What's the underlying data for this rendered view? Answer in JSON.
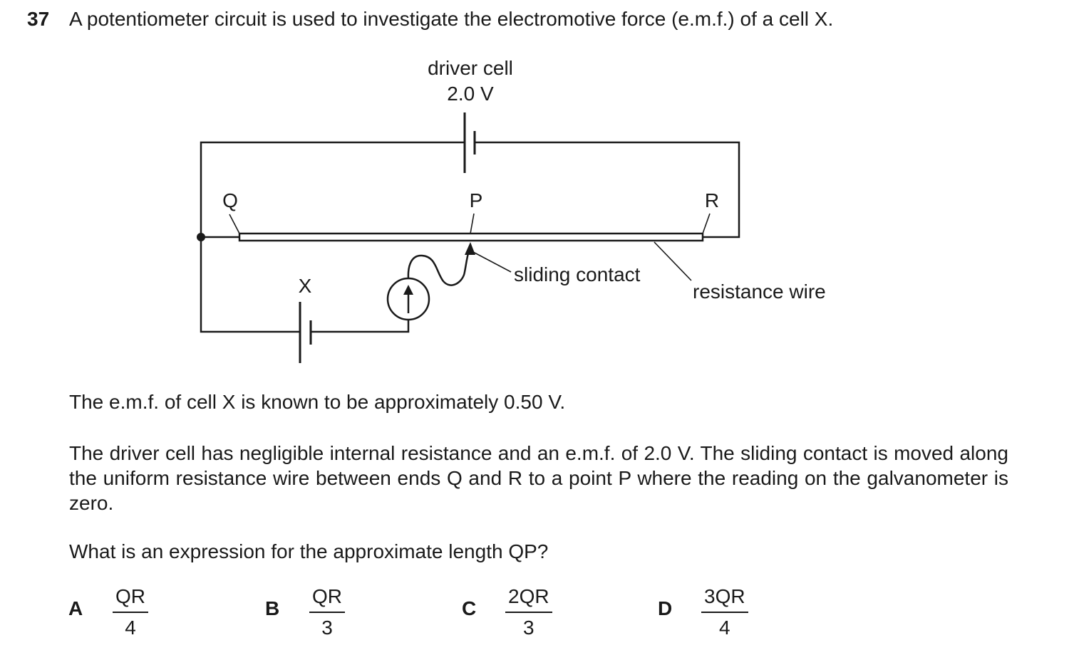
{
  "question": {
    "number": "37",
    "stem": "A potentiometer circuit is used to investigate the electromotive force (e.m.f.) of a cell X."
  },
  "diagram": {
    "driver_cell_label": "driver cell",
    "driver_cell_voltage": "2.0 V",
    "label_Q": "Q",
    "label_P": "P",
    "label_R": "R",
    "label_X": "X",
    "sliding_contact_label": "sliding contact",
    "resistance_wire_label": "resistance wire"
  },
  "text": {
    "para1": "The e.m.f. of cell X is known to be approximately 0.50 V.",
    "para2": "The driver cell has negligible internal resistance and an e.m.f. of 2.0 V. The sliding contact is moved along the uniform resistance wire between ends Q and R to a point P where the reading on the galvanometer is zero.",
    "prompt": "What is an expression for the approximate length QP?"
  },
  "options": [
    {
      "letter": "A",
      "numerator": "QR",
      "denominator": "4"
    },
    {
      "letter": "B",
      "numerator": "QR",
      "denominator": "3"
    },
    {
      "letter": "C",
      "numerator": "2QR",
      "denominator": "3"
    },
    {
      "letter": "D",
      "numerator": "3QR",
      "denominator": "4"
    }
  ]
}
